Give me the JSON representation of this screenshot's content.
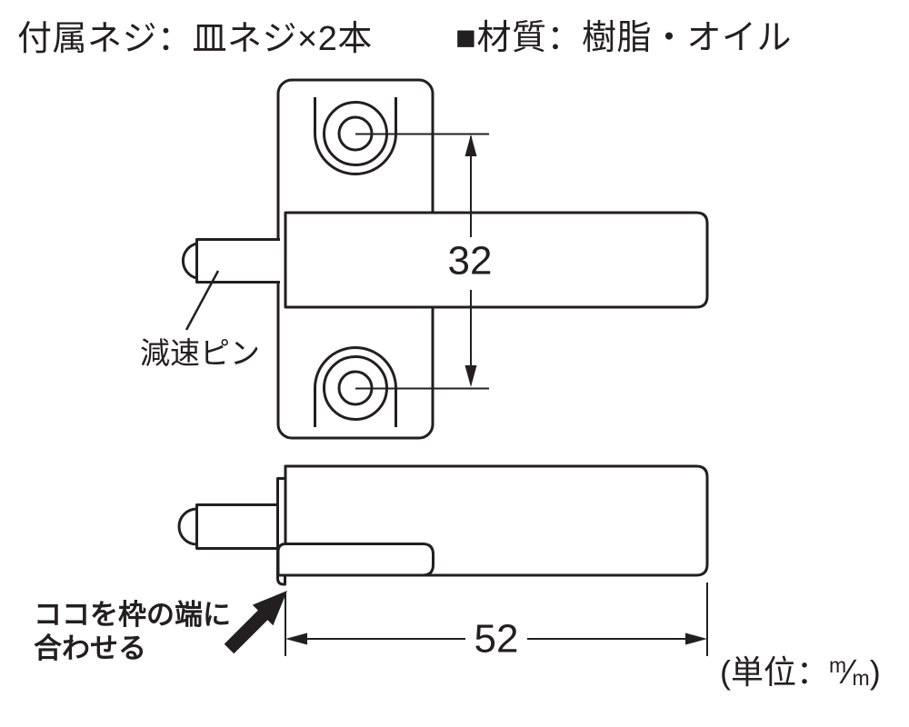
{
  "colors": {
    "line": "#231f20",
    "background": "#ffffff"
  },
  "header": {
    "screws_note": "付属ネジ：皿ネジ×2本",
    "material_note": "■材質：樹脂・オイル"
  },
  "top_view": {
    "dimension_between_screw_holes": "32",
    "pin_label": "減速ピン"
  },
  "side_view": {
    "dimension_body_length": "52",
    "align_note_line1": "ココを枠の端に",
    "align_note_line2": "合わせる"
  },
  "footer": {
    "unit_prefix": "(単位：",
    "unit_numerator": "m",
    "unit_slash": "⁄",
    "unit_denominator": "m",
    "unit_suffix": ")"
  }
}
